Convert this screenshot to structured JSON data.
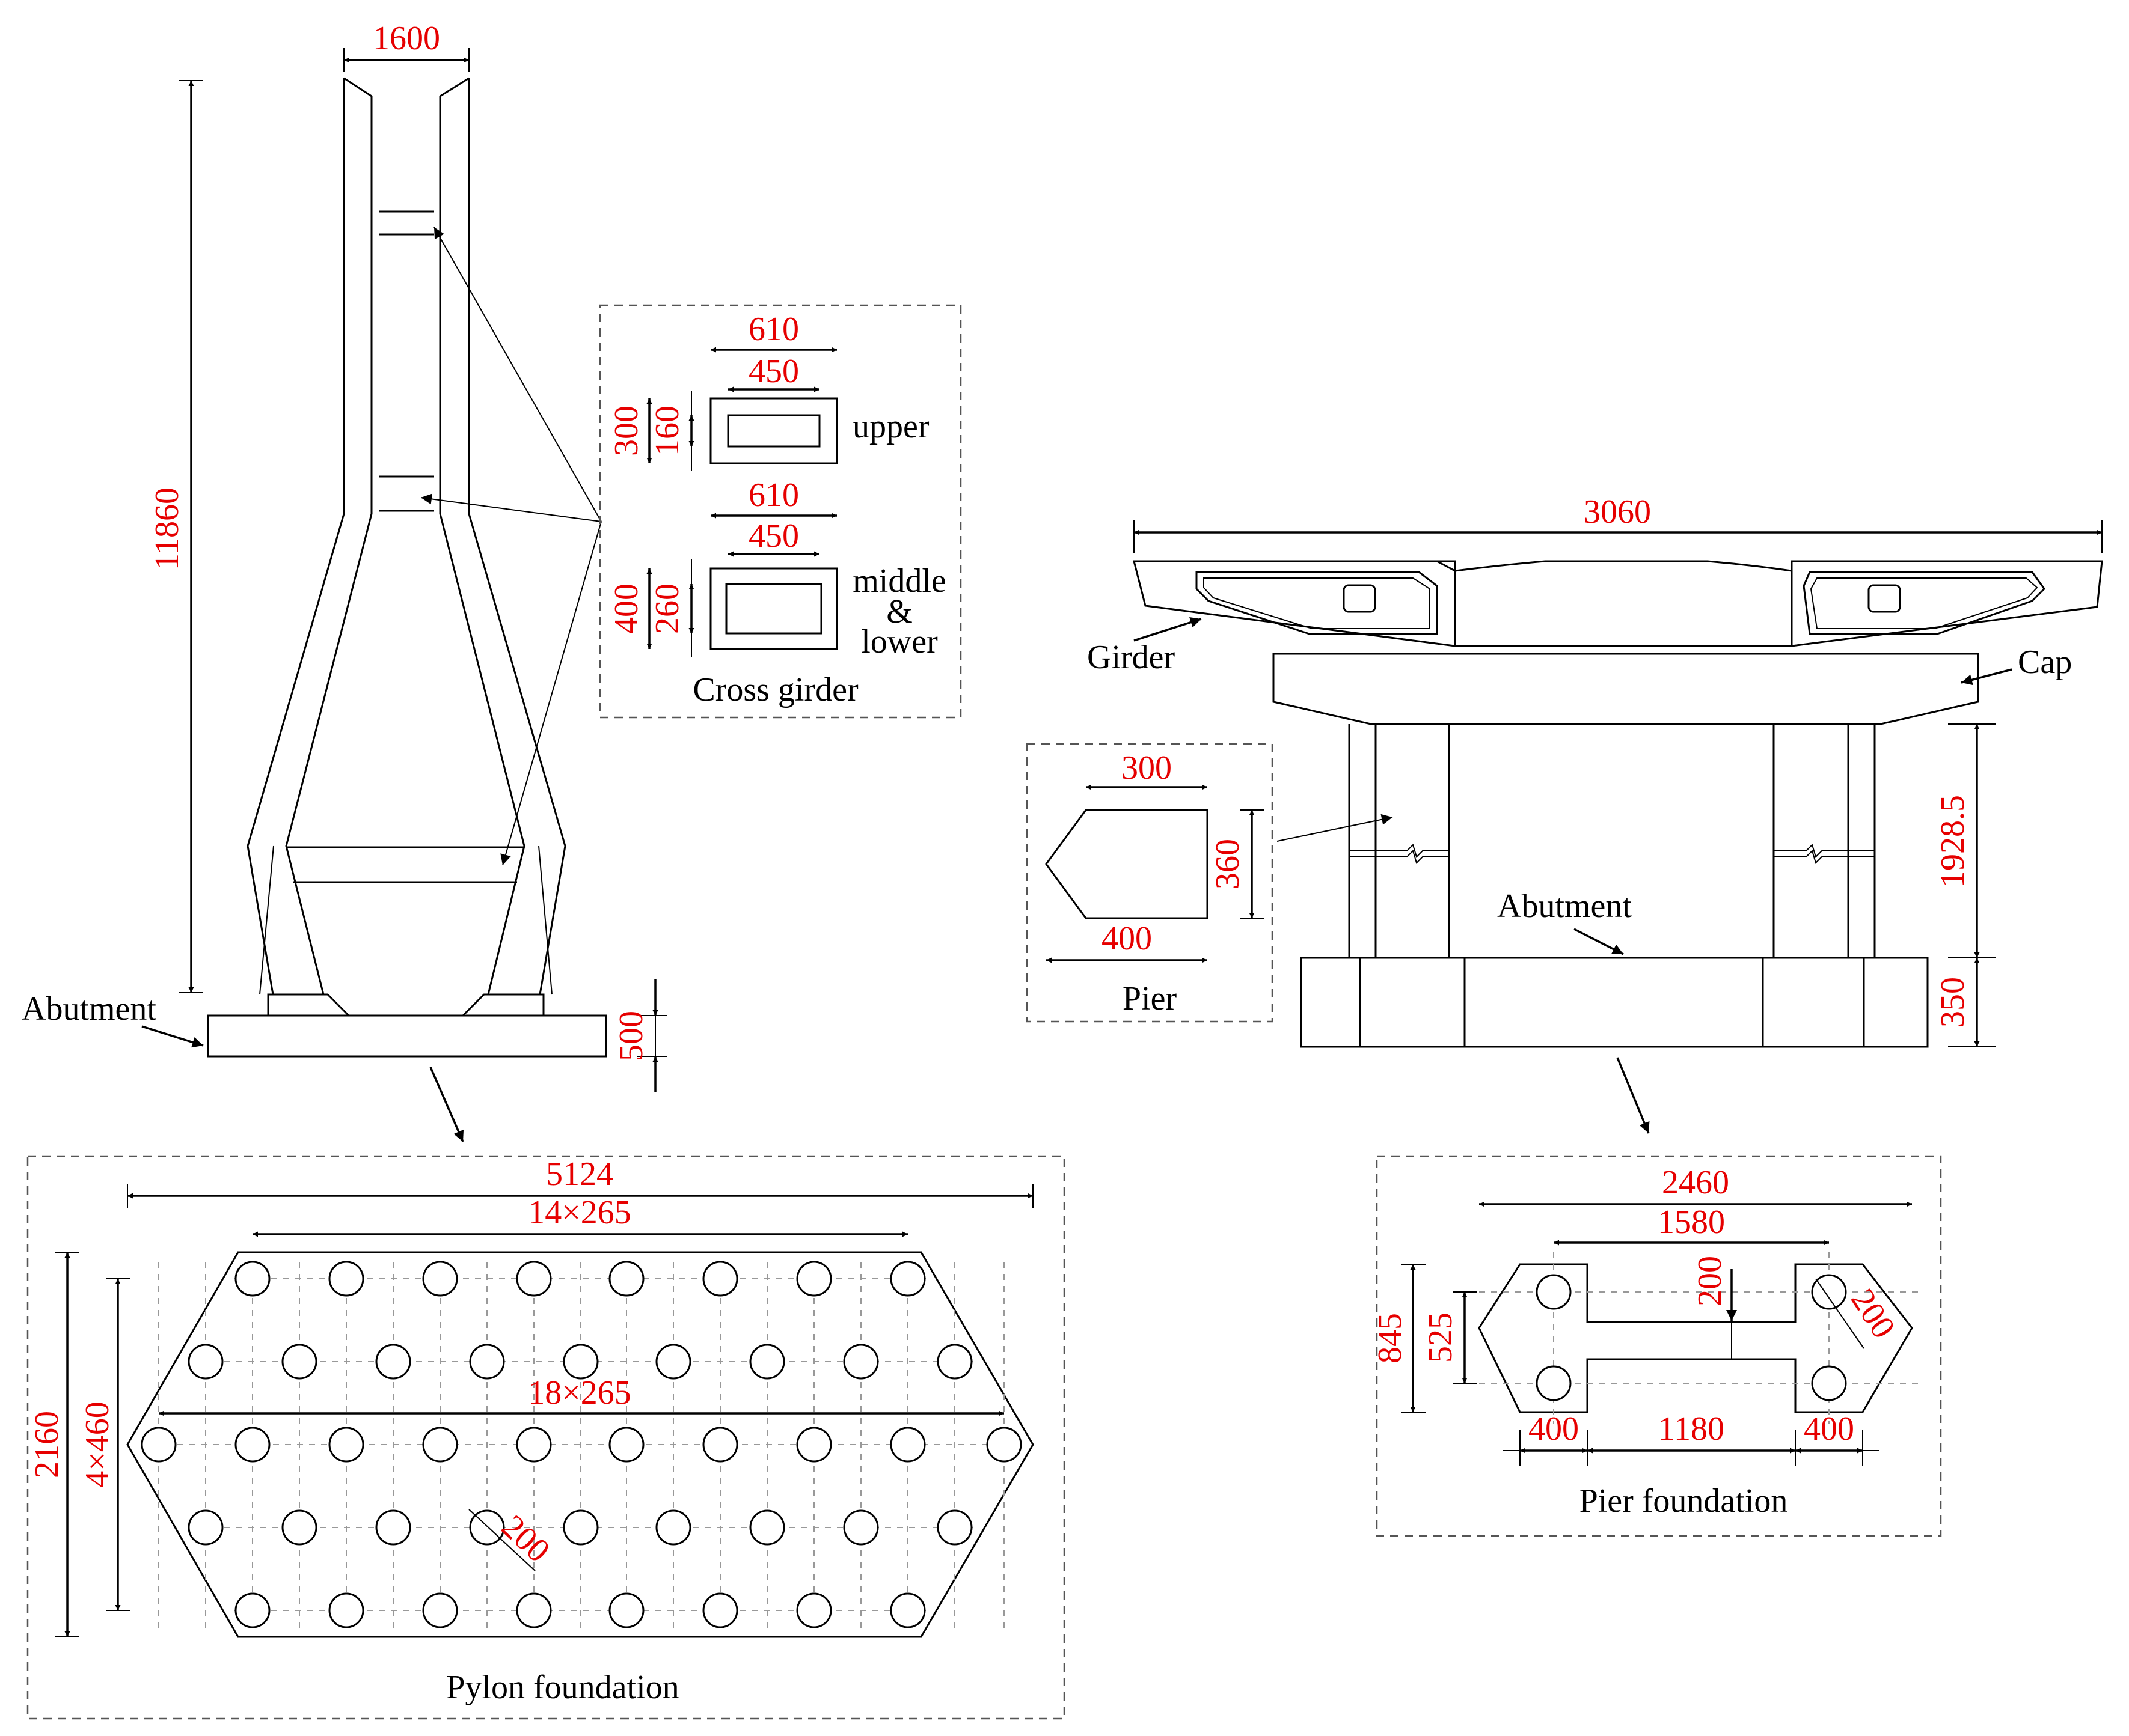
{
  "colors": {
    "dimension_text": "#e60000",
    "line": "#000000",
    "dashed_frame": "#555555"
  },
  "pylon": {
    "width_top": "1600",
    "height": "11860",
    "abutment_label": "Abutment",
    "abutment_height": "500"
  },
  "cross_girder": {
    "title": "Cross girder",
    "upper": {
      "outer_width": "610",
      "inner_width": "450",
      "outer_height": "300",
      "inner_height": "160",
      "label": "upper"
    },
    "middle_lower": {
      "outer_width": "610",
      "inner_width": "450",
      "outer_height": "400",
      "inner_height": "260",
      "label_1": "middle",
      "label_2": "&",
      "label_3": "lower"
    }
  },
  "pylon_foundation": {
    "title": "Pylon foundation",
    "total_length": "5124",
    "top_row_spacing": "14×265",
    "middle_row_spacing": "18×265",
    "total_width": "2160",
    "row_spacing": "4×460",
    "pile_diameter": "200"
  },
  "pier_elevation": {
    "deck_width": "3060",
    "girder_label": "Girder",
    "cap_label": "Cap",
    "abutment_label": "Abutment",
    "pier_height": "1928.5",
    "abutment_height": "350"
  },
  "pier_section": {
    "title": "Pier",
    "top_width": "300",
    "bottom_width": "400",
    "height": "360"
  },
  "pier_foundation": {
    "title": "Pier foundation",
    "total_length": "2460",
    "inner_length": "1580",
    "web_thickness": "200",
    "pile_diameter": "200",
    "outer_width": "845",
    "pile_row_spacing": "525",
    "end_width_left": "400",
    "middle_length": "1180",
    "end_width_right": "400"
  }
}
